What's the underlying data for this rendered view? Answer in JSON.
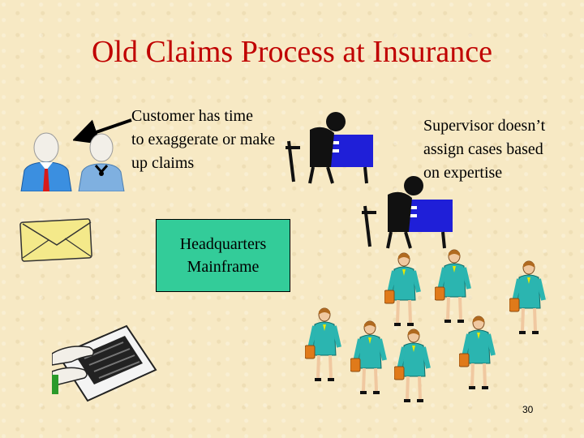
{
  "title": "Old Claims Process at Insurance",
  "customer_note": {
    "line1": "Customer has time",
    "line2": "to exaggerate or make",
    "line3": "up claims"
  },
  "supervisor_note": {
    "line1": "Supervisor doesn’t",
    "line2": "assign cases based",
    "line3": "on expertise"
  },
  "hq_box": {
    "line1": "Headquarters",
    "line2": "Mainframe"
  },
  "page_number": "30",
  "colors": {
    "title": "#c00000",
    "background": "#f7e9c4",
    "hq_box": "#33cc99",
    "desk_blue": "#1f1fd8",
    "worker_teal": "#2bb5b0"
  },
  "icons": [
    "customer-man-icon",
    "customer-woman-icon",
    "envelope-icon",
    "keyboard-typing-icon",
    "supervisor-at-desk-icon",
    "clerk-with-briefcase-icon"
  ]
}
